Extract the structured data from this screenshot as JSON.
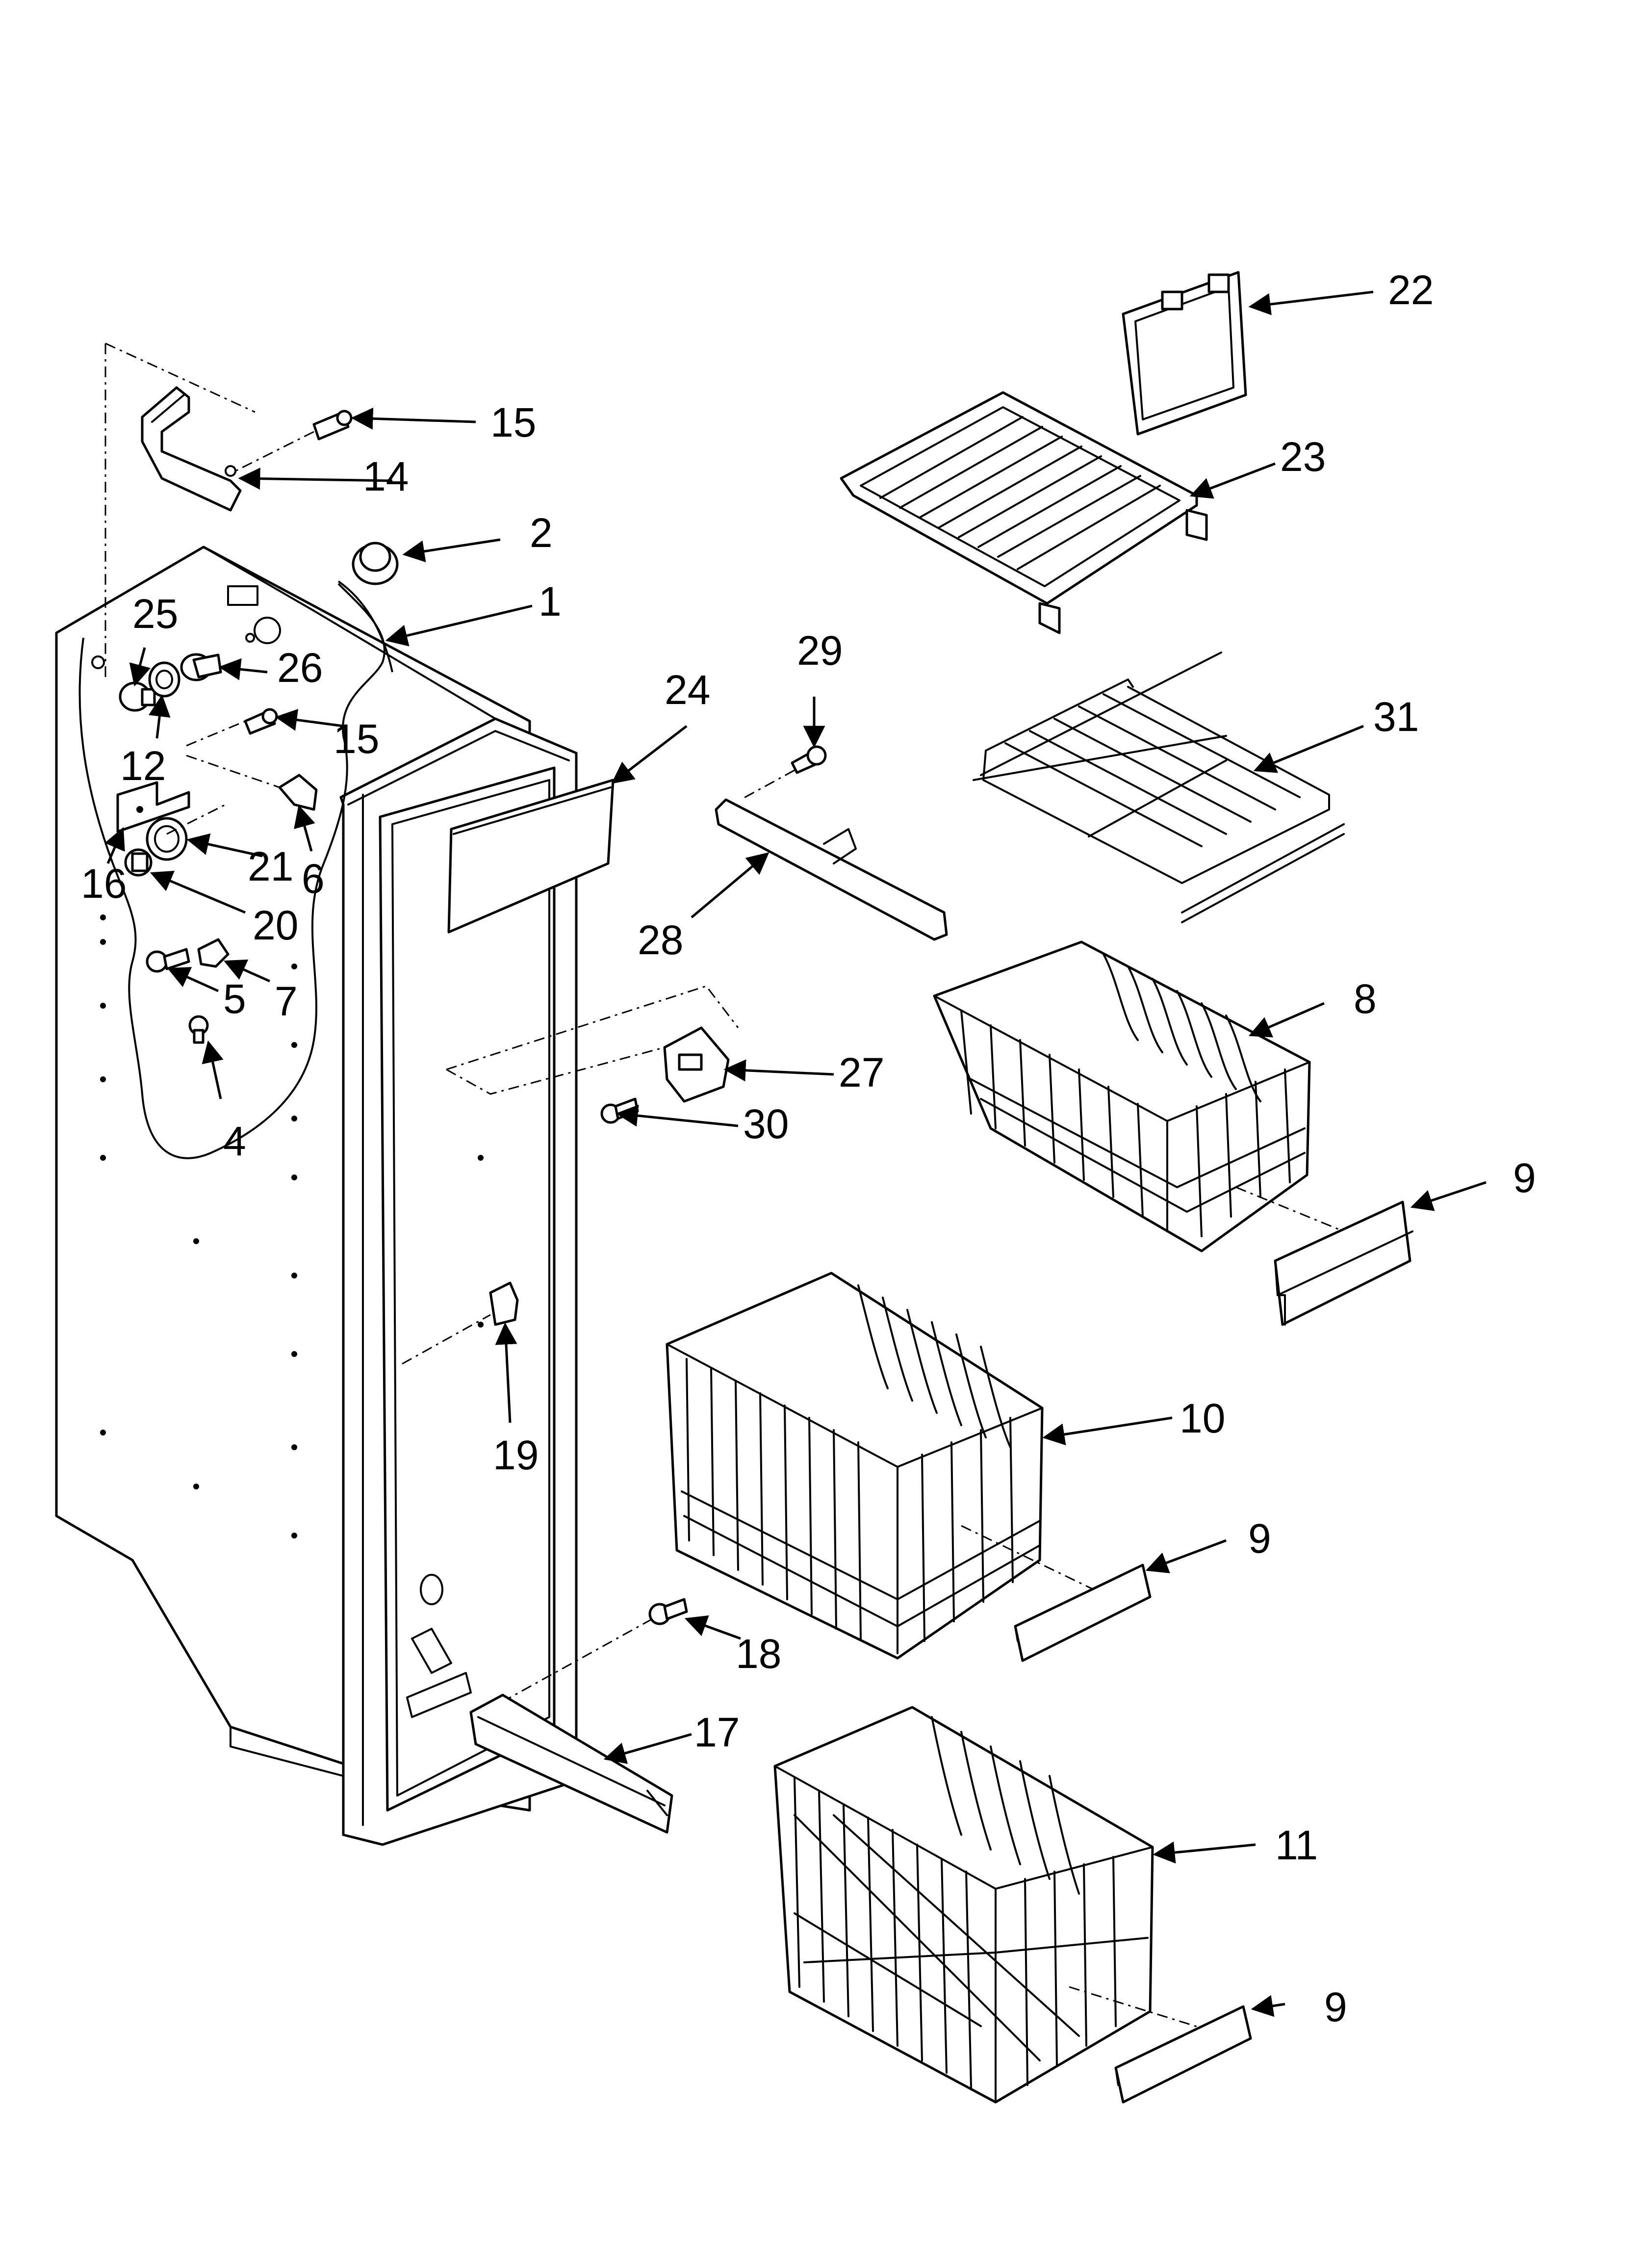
{
  "callouts": [
    {
      "id": "c1",
      "text": "1"
    },
    {
      "id": "c2",
      "text": "2"
    },
    {
      "id": "c4",
      "text": "4"
    },
    {
      "id": "c5",
      "text": "5"
    },
    {
      "id": "c6",
      "text": "6"
    },
    {
      "id": "c7",
      "text": "7"
    },
    {
      "id": "c8",
      "text": "8"
    },
    {
      "id": "c9a",
      "text": "9"
    },
    {
      "id": "c9b",
      "text": "9"
    },
    {
      "id": "c9c",
      "text": "9"
    },
    {
      "id": "c10",
      "text": "10"
    },
    {
      "id": "c11",
      "text": "11"
    },
    {
      "id": "c12",
      "text": "12"
    },
    {
      "id": "c14",
      "text": "14"
    },
    {
      "id": "c15a",
      "text": "15"
    },
    {
      "id": "c15b",
      "text": "15"
    },
    {
      "id": "c16",
      "text": "16"
    },
    {
      "id": "c17",
      "text": "17"
    },
    {
      "id": "c18",
      "text": "18"
    },
    {
      "id": "c19",
      "text": "19"
    },
    {
      "id": "c20",
      "text": "20"
    },
    {
      "id": "c21",
      "text": "21"
    },
    {
      "id": "c22",
      "text": "22"
    },
    {
      "id": "c23",
      "text": "23"
    },
    {
      "id": "c24",
      "text": "24"
    },
    {
      "id": "c25",
      "text": "25"
    },
    {
      "id": "c26",
      "text": "26"
    },
    {
      "id": "c27",
      "text": "27"
    },
    {
      "id": "c28",
      "text": "28"
    },
    {
      "id": "c29",
      "text": "29"
    },
    {
      "id": "c30",
      "text": "30"
    },
    {
      "id": "c31",
      "text": "31"
    }
  ]
}
